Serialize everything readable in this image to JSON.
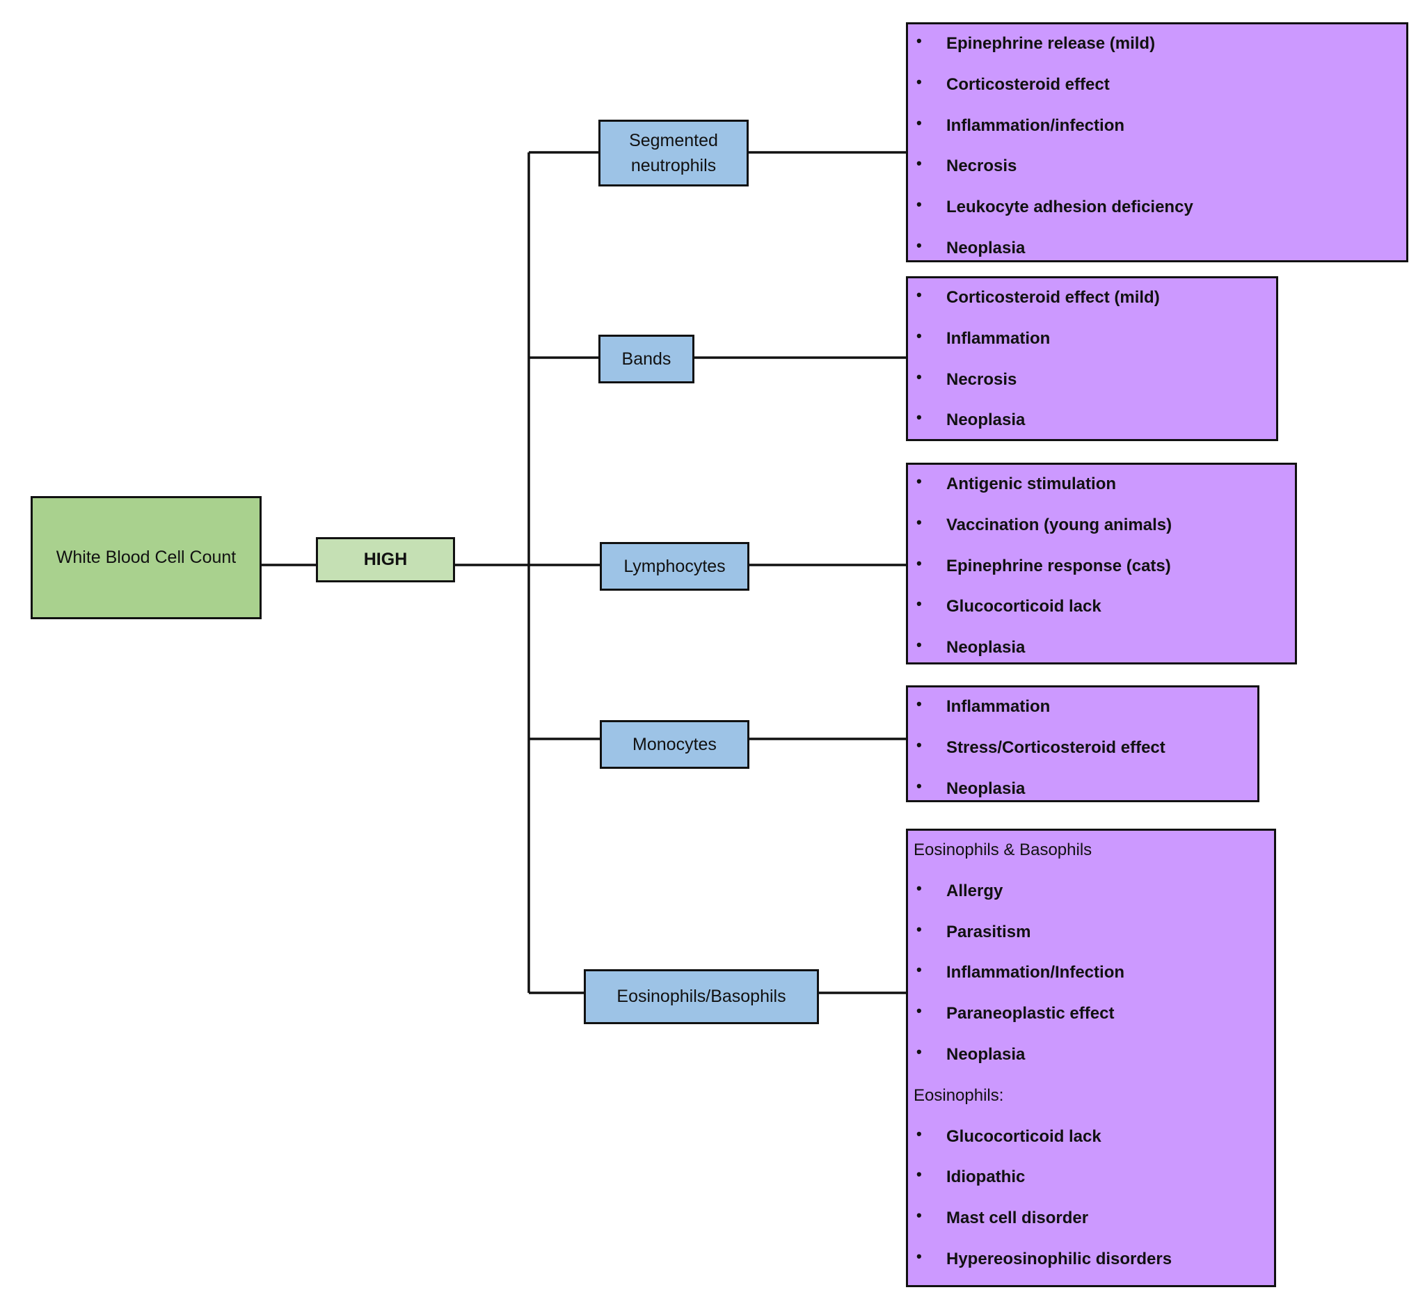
{
  "root": {
    "label": "White Blood Cell Count"
  },
  "level": {
    "label": "HIGH"
  },
  "branches": [
    {
      "name": "segmented-neutrophils",
      "label_lines": [
        "Segmented",
        "neutrophils"
      ],
      "causes": [
        {
          "items": [
            "Epinephrine release (mild)",
            "Corticosteroid effect",
            "Inflammation/infection",
            "Necrosis",
            "Leukocyte adhesion deficiency",
            "Neoplasia"
          ]
        }
      ]
    },
    {
      "name": "bands",
      "label_lines": [
        "Bands"
      ],
      "causes": [
        {
          "items": [
            "Corticosteroid effect (mild)",
            "Inflammation",
            "Necrosis",
            "Neoplasia"
          ]
        }
      ]
    },
    {
      "name": "lymphocytes",
      "label_lines": [
        "Lymphocytes"
      ],
      "causes": [
        {
          "items": [
            "Antigenic stimulation",
            "Vaccination (young animals)",
            "Epinephrine response (cats)",
            "Glucocorticoid lack",
            "Neoplasia"
          ]
        }
      ]
    },
    {
      "name": "monocytes",
      "label_lines": [
        "Monocytes"
      ],
      "causes": [
        {
          "items": [
            "Inflammation",
            "Stress/Corticosteroid effect",
            "Neoplasia"
          ]
        }
      ]
    },
    {
      "name": "eosinophils-basophils",
      "label_lines": [
        "Eosinophils/Basophils"
      ],
      "causes": [
        {
          "heading": "Eosinophils & Basophils",
          "items": [
            "Allergy",
            "Parasitism",
            "Inflammation/Infection",
            "Paraneoplastic effect",
            "Neoplasia"
          ]
        },
        {
          "heading": "Eosinophils:",
          "items": [
            "Glucocorticoid lack",
            "Idiopathic",
            "Mast cell disorder",
            "Hypereosinophilic disorders"
          ]
        }
      ]
    }
  ]
}
